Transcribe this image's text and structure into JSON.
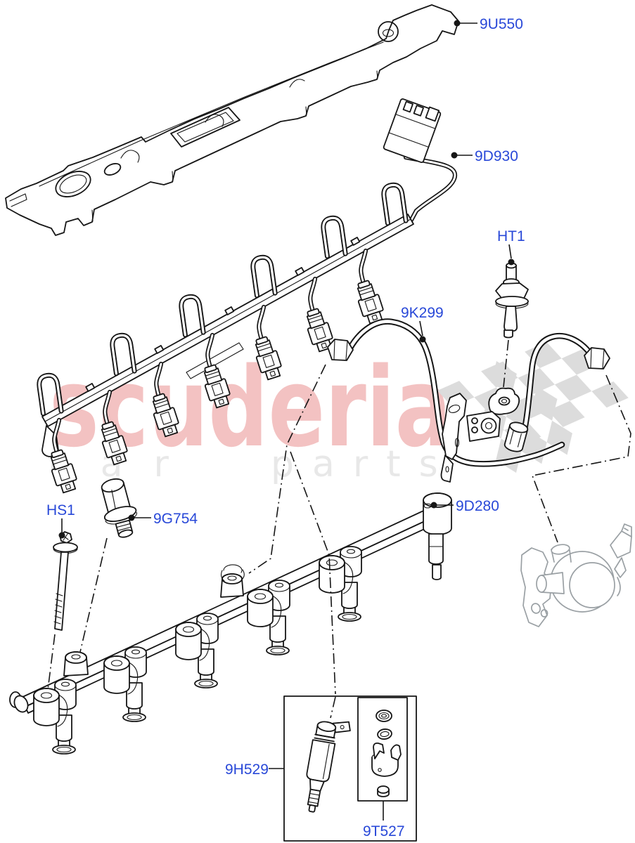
{
  "watermark": {
    "brand": "scuderia",
    "tagline_word1": "car",
    "tagline_word2": "parts",
    "brand_color": "#f3c2c2",
    "tagline_color": "#e8e8e8",
    "flag_color": "#dcdcdc"
  },
  "diagram": {
    "background": "#ffffff",
    "line_color": "#161616",
    "pump_color": "#9aa0a4",
    "label_color": "#2848d8",
    "labels": [
      {
        "text": "9U550"
      },
      {
        "text": "9D930"
      },
      {
        "text": "HT1"
      },
      {
        "text": "9K299"
      },
      {
        "text": "HS1"
      },
      {
        "text": "9G754"
      },
      {
        "text": "9D280"
      },
      {
        "text": "9H529"
      },
      {
        "text": "9T527"
      }
    ]
  }
}
